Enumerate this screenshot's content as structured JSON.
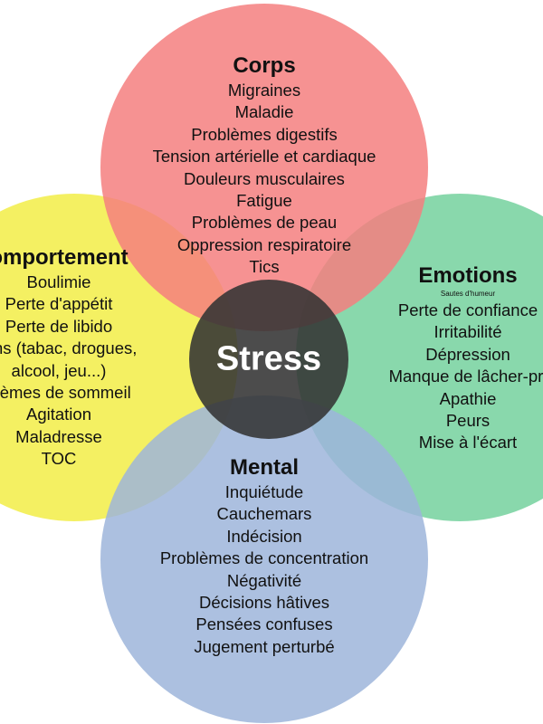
{
  "colors": {
    "corps": "#f47f7f",
    "comportement": "#f2ed47",
    "emotions": "#74d19d",
    "mental": "#9db5da",
    "center": "#333333",
    "stress_text": "#ffffff"
  },
  "corps": {
    "title": "Corps",
    "items": [
      "Migraines",
      "Maladie",
      "Problèmes digestifs",
      "Tension artérielle et cardiaque",
      "Douleurs musculaires",
      "Fatigue",
      "Problèmes de peau",
      "Oppression respiratoire",
      "Tics"
    ]
  },
  "comportement": {
    "title": "omportement",
    "items": [
      "Boulimie",
      "Perte d'appétit",
      "Perte de libido",
      "ions (tabac, drogues,",
      "alcool, jeu...)",
      "blèmes de sommeil",
      "Agitation",
      "Maladresse",
      "TOC"
    ]
  },
  "emotions": {
    "title": "Emotions",
    "note": "Sautes d'humeur",
    "items": [
      "Perte de confiance",
      "Irritabilité",
      "Dépression",
      "Manque de lâcher-pri",
      "Apathie",
      "Peurs",
      "Mise à l'écart"
    ]
  },
  "mental": {
    "title": "Mental",
    "items": [
      "Inquiétude",
      "Cauchemars",
      "Indécision",
      "Problèmes de concentration",
      "Négativité",
      "Décisions hâtives",
      "Pensées confuses",
      "Jugement perturbé"
    ]
  },
  "center": {
    "label": "Stress"
  }
}
